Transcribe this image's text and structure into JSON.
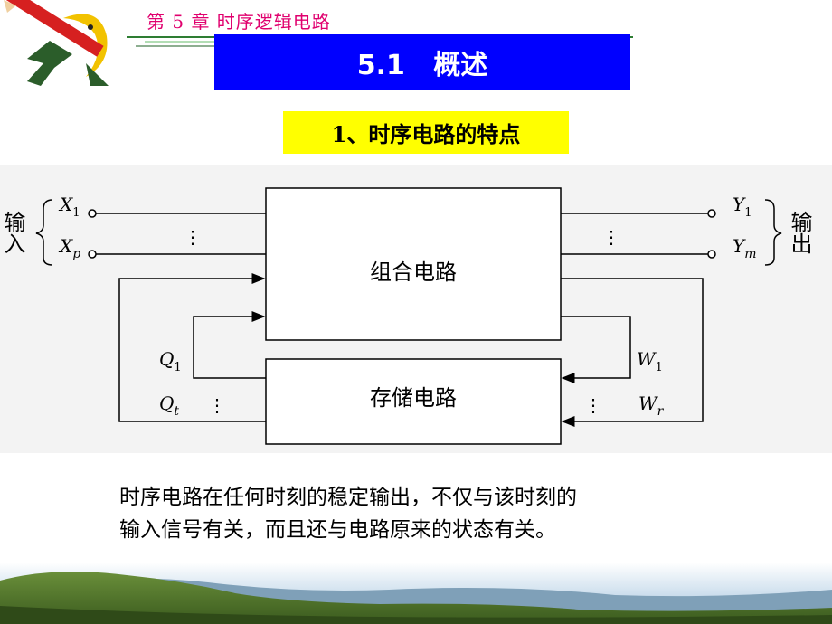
{
  "header": {
    "chapter_title": "第 5 章 时序逻辑电路",
    "section_title": "5.1   概述"
  },
  "subsection": {
    "title": "1、时序电路的特点"
  },
  "diagram": {
    "input_group_label": "输入",
    "output_group_label": "输出",
    "combinational_block": "组合电路",
    "storage_block": "存储电路",
    "inputs": {
      "first": "X",
      "first_sub": "1",
      "last": "X",
      "last_sub": "p"
    },
    "outputs": {
      "first": "Y",
      "first_sub": "1",
      "last": "Y",
      "last_sub": "m"
    },
    "state_signals": {
      "first": "Q",
      "first_sub": "1",
      "last": "Q",
      "last_sub": "t"
    },
    "drive_signals": {
      "first": "W",
      "first_sub": "1",
      "last": "W",
      "last_sub": "r"
    },
    "ellipsis": "⋮"
  },
  "description": {
    "line1": "时序电路在任何时刻的稳定输出，不仅与该时刻的",
    "line2": "输入信号有关，而且还与电路原来的状态有关。"
  },
  "colors": {
    "banner": "#0000ff",
    "subsection_highlight": "#ffff00",
    "chapter_title": "#e0006e",
    "diagram_background": "#f3f3f3"
  }
}
